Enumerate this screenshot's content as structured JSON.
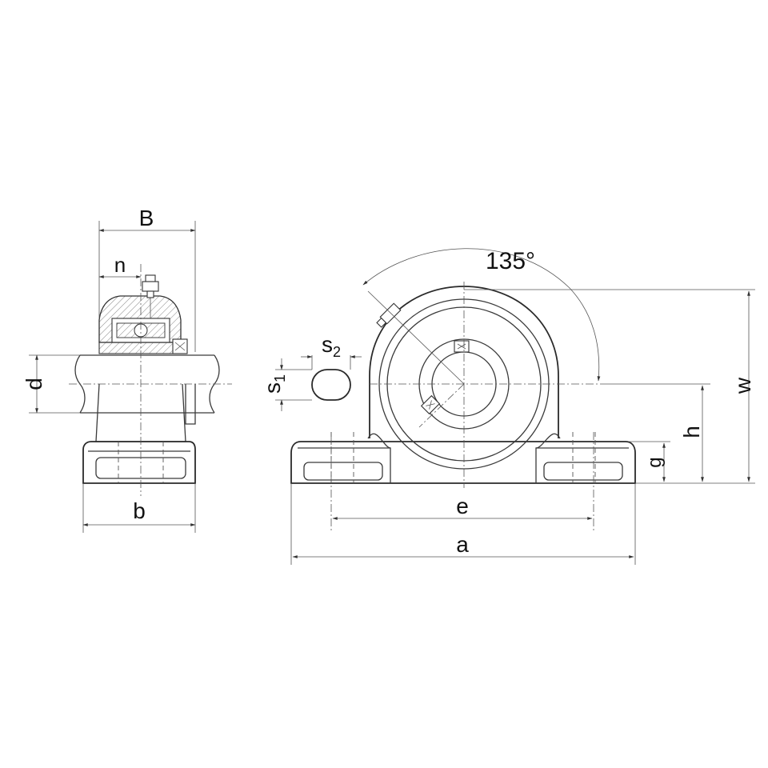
{
  "labels": {
    "B": "B",
    "n": "n",
    "d": "d",
    "b": "b",
    "s2_main": "s",
    "s2_sub": "2",
    "s1_main": "s",
    "s1_sub": "1",
    "angle": "135°",
    "w": "w",
    "h": "h",
    "g": "g",
    "e": "e",
    "a": "a"
  },
  "colors": {
    "line": "#3a3a3a",
    "hatch": "#666666",
    "text": "#111111"
  }
}
